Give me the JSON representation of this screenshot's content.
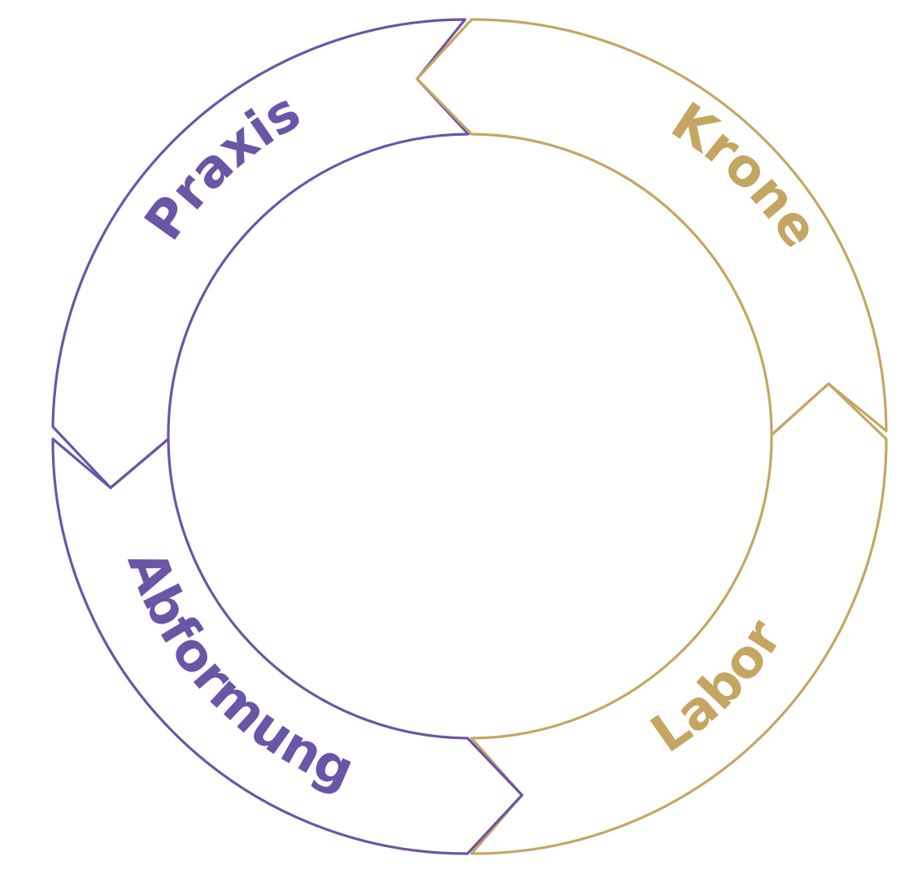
{
  "diagram": {
    "type": "cycle",
    "colors": {
      "purple": "#6A55A6",
      "gold": "#C4A662",
      "background": "#FFFFFF"
    },
    "segments": [
      {
        "id": "praxis",
        "label": "Praxis",
        "color_key": "purple"
      },
      {
        "id": "krone",
        "label": "Krone",
        "color_key": "gold"
      },
      {
        "id": "labor",
        "label": "Labor",
        "color_key": "gold"
      },
      {
        "id": "abformung",
        "label": "Abformung",
        "color_key": "purple"
      }
    ]
  }
}
